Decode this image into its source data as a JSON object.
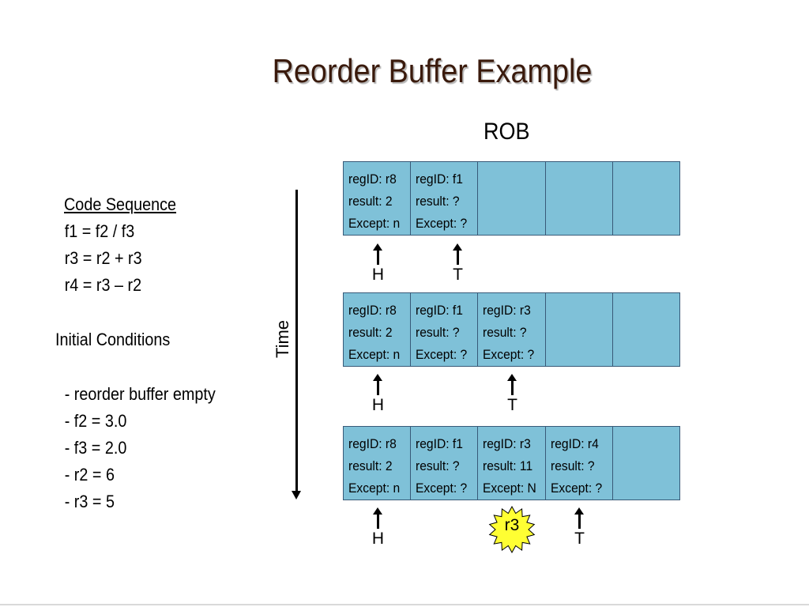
{
  "title": "Reorder Buffer Example",
  "rob_label": "ROB",
  "code": {
    "heading": "Code Sequence",
    "lines": [
      "f1 = f2 / f3",
      "r3 = r2 + r3",
      "r4 = r3 – r2"
    ]
  },
  "conditions": {
    "heading": "Initial Conditions",
    "lines": [
      "- reorder buffer empty",
      "- f2 = 3.0",
      "- f3 = 2.0",
      "- r2 = 6",
      "- r3 = 5"
    ]
  },
  "time_label": "Time",
  "rows": [
    {
      "cells": [
        [
          "regID: r8",
          "result: 2",
          "Except: n"
        ],
        [
          "regID: f1",
          "result: ?",
          "Except: ?"
        ],
        [],
        [],
        []
      ],
      "head": "H",
      "tail": "T"
    },
    {
      "cells": [
        [
          "regID: r8",
          "result: 2",
          "Except: n"
        ],
        [
          "regID: f1",
          "result: ?",
          "Except: ?"
        ],
        [
          "regID: r3",
          "result: ?",
          "Except: ?"
        ],
        [],
        []
      ],
      "head": "H",
      "tail": "T"
    },
    {
      "cells": [
        [
          "regID: r8",
          "result: 2",
          "Except: n"
        ],
        [
          "regID: f1",
          "result: ?",
          "Except: ?"
        ],
        [
          "regID: r3",
          "result: 11",
          "Except: N"
        ],
        [
          "regID: r4",
          "result: ?",
          "Except: ?"
        ],
        []
      ],
      "head": "H",
      "tail": "T"
    }
  ],
  "callout": "r3",
  "colors": {
    "cell_fill": "#7fc1d8",
    "callout_fill": "#ffff33",
    "title_color": "#3a1a0c"
  }
}
